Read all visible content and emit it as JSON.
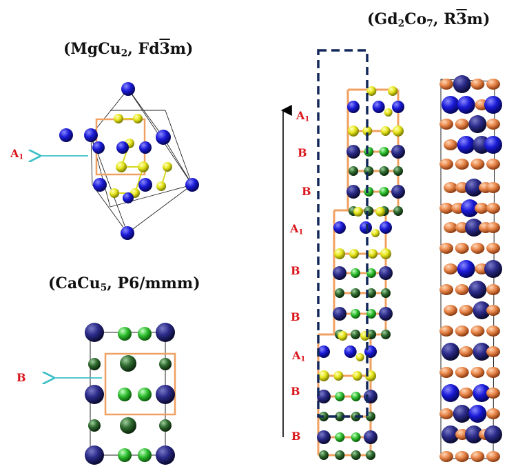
{
  "titles": {
    "mgcu2": {
      "open": "(MgCu",
      "sub": "2",
      "mid": ", Fd",
      "bar": "3",
      "close": "m)"
    },
    "cacu5": {
      "open": "(CaCu",
      "sub": "5",
      "close": ", P6/mmm)"
    },
    "gd2co7": {
      "open": "(Gd",
      "sub1": "2",
      "mid": "Co",
      "sub2": "7",
      "sep": ", R",
      "bar": "3",
      "close": "m)"
    }
  },
  "mgcu2_label": {
    "main": "A",
    "sub": "1"
  },
  "cacu5_label": {
    "main": "B"
  },
  "stack_layers": [
    {
      "main": "A",
      "sub": "1"
    },
    {
      "main": "B",
      "sub": ""
    },
    {
      "main": "B",
      "sub": ""
    },
    {
      "main": "A",
      "sub": "1"
    },
    {
      "main": "B",
      "sub": ""
    },
    {
      "main": "B",
      "sub": ""
    },
    {
      "main": "A",
      "sub": "1"
    },
    {
      "main": "B",
      "sub": ""
    },
    {
      "main": "B",
      "sub": ""
    }
  ],
  "colors": {
    "blue_atom": "#1515c8",
    "yellow_atom": "#e8e820",
    "green_atom": "#2fbf2f",
    "darkgreen_atom": "#2f6a2f",
    "orange_atom": "#e8864a",
    "orange_frame": "#f0a060",
    "navy_dash": "#12275a",
    "arrow_cyan": "#3cc0c8",
    "label_red": "#d9141a"
  }
}
